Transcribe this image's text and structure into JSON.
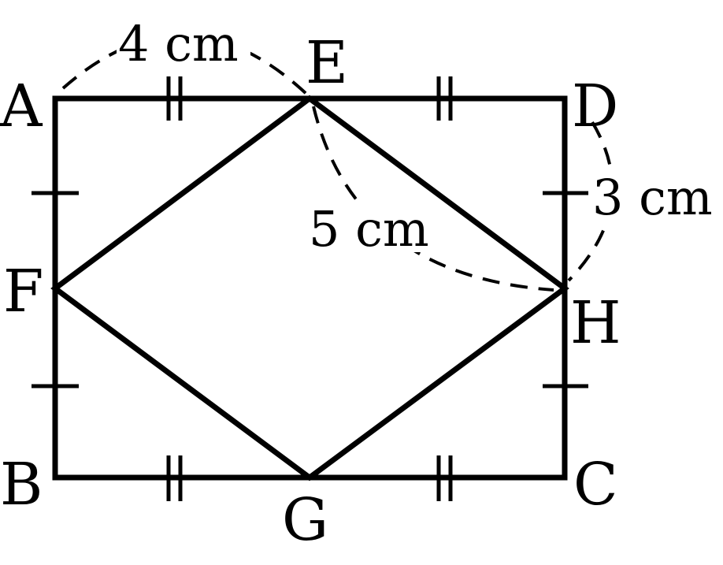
{
  "points": {
    "A": "A",
    "B": "B",
    "C": "C",
    "D": "D",
    "E": "E",
    "F": "F",
    "G": "G",
    "H": "H"
  },
  "measurements": {
    "ae": "4 cm",
    "dh": "3 cm",
    "eh": "5 cm"
  },
  "colors": {
    "stroke": "#000000",
    "background": "#ffffff"
  }
}
